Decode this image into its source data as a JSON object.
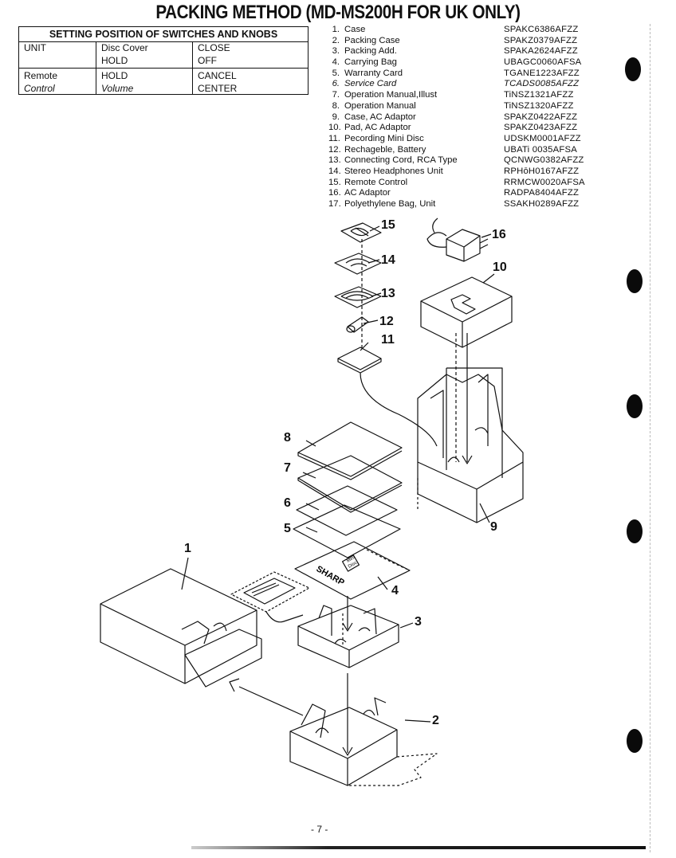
{
  "title": "PACKING METHOD (MD-MS200H FOR UK ONLY)",
  "settings_table": {
    "header": "SETTING POSITION OF SWITCHES AND KNOBS",
    "rows": [
      {
        "unit": "UNIT",
        "control": "Disc Cover",
        "position": "CLOSE"
      },
      {
        "unit": "",
        "control": "HOLD",
        "position": "OFF"
      },
      {
        "unit": "Remote",
        "control": "HOLD",
        "position": "CANCEL"
      },
      {
        "unit": "Control",
        "control": "Volume",
        "position": "CENTER"
      }
    ]
  },
  "parts": [
    {
      "num": "1.",
      "name": "Case",
      "code": "SPAKC6386AFZZ"
    },
    {
      "num": "2.",
      "name": "Packing Case",
      "code": "SPAKZ0379AFZZ"
    },
    {
      "num": "3.",
      "name": "Packing Add.",
      "code": "SPAKA2624AFZZ"
    },
    {
      "num": "4.",
      "name": "Carrying Bag",
      "code": "UBAGC0060AFSA"
    },
    {
      "num": "5.",
      "name": "Warranty Card",
      "code": "TGANE1223AFZZ"
    },
    {
      "num": "6.",
      "name": "Service Card",
      "code": "TCADS0085AFZZ"
    },
    {
      "num": "7.",
      "name": "Operation Manual,Illust",
      "code": "TiNSZ1321AFZZ"
    },
    {
      "num": "8.",
      "name": "Operation Manual",
      "code": "TiNSZ1320AFZZ"
    },
    {
      "num": "9.",
      "name": "Case, AC Adaptor",
      "code": "SPAKZ0422AFZZ"
    },
    {
      "num": "10.",
      "name": "Pad, AC Adaptor",
      "code": "SPAKZ0423AFZZ"
    },
    {
      "num": "11.",
      "name": "Pecording Mini Disc",
      "code": "UDSKM0001AFZZ"
    },
    {
      "num": "12.",
      "name": "Rechageble, Battery",
      "code": "UBATi 0035AFSA"
    },
    {
      "num": "13.",
      "name": "Connecting Cord, RCA Type",
      "code": "QCNWG0382AFZZ"
    },
    {
      "num": "14.",
      "name": "Stereo Headphones Unit",
      "code": "RPHōH0167AFZZ"
    },
    {
      "num": "15.",
      "name": "Remote Control",
      "code": "RRMCW0020AFSA"
    },
    {
      "num": "16.",
      "name": "AC Adaptor",
      "code": "RADPA8404AFZZ"
    },
    {
      "num": "17.",
      "name": "Polyethylene Bag, Unit",
      "code": "SSAKH0289AFZZ"
    }
  ],
  "callouts": [
    "15",
    "16",
    "14",
    "10",
    "13",
    "12",
    "11",
    "8",
    "7",
    "6",
    "5",
    "9",
    "1",
    "4",
    "3",
    "2"
  ],
  "diagram_text": {
    "brand": "SHARP",
    "disc_logo_1": "Mini",
    "disc_logo_2": "Disc"
  },
  "page_number": "- 7 -"
}
